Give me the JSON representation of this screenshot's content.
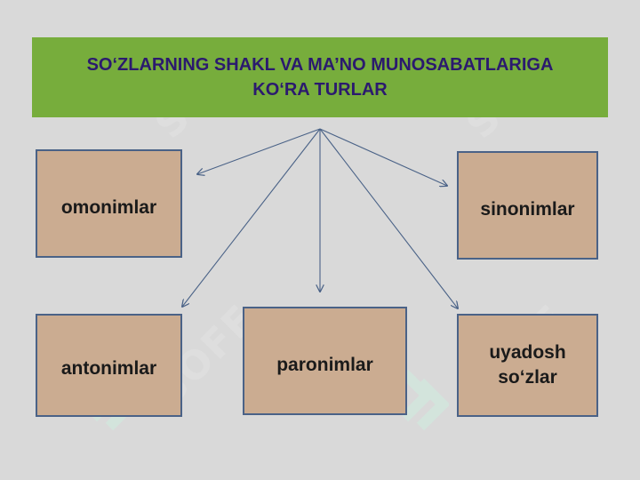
{
  "title": {
    "line1": "SO‘ZLARNING SHAKL VA MA’NO MUNOSABATLARIGA",
    "line2": "KO‘RA TURLAR"
  },
  "boxes": {
    "omonimlar": "omonimlar",
    "sinonimlar": "sinonimlar",
    "antonimlar": "antonimlar",
    "paronimlar": "paronimlar",
    "uyadosh_line1": "uyadosh",
    "uyadosh_line2": "so‘zlar"
  },
  "watermark": "SOFF",
  "colors": {
    "background": "#d9d9d9",
    "title_band": "#77ad3c",
    "title_text": "#2b1a6e",
    "box_fill": "#cbac91",
    "box_border": "#4a6287",
    "arrow": "#4a6287"
  }
}
